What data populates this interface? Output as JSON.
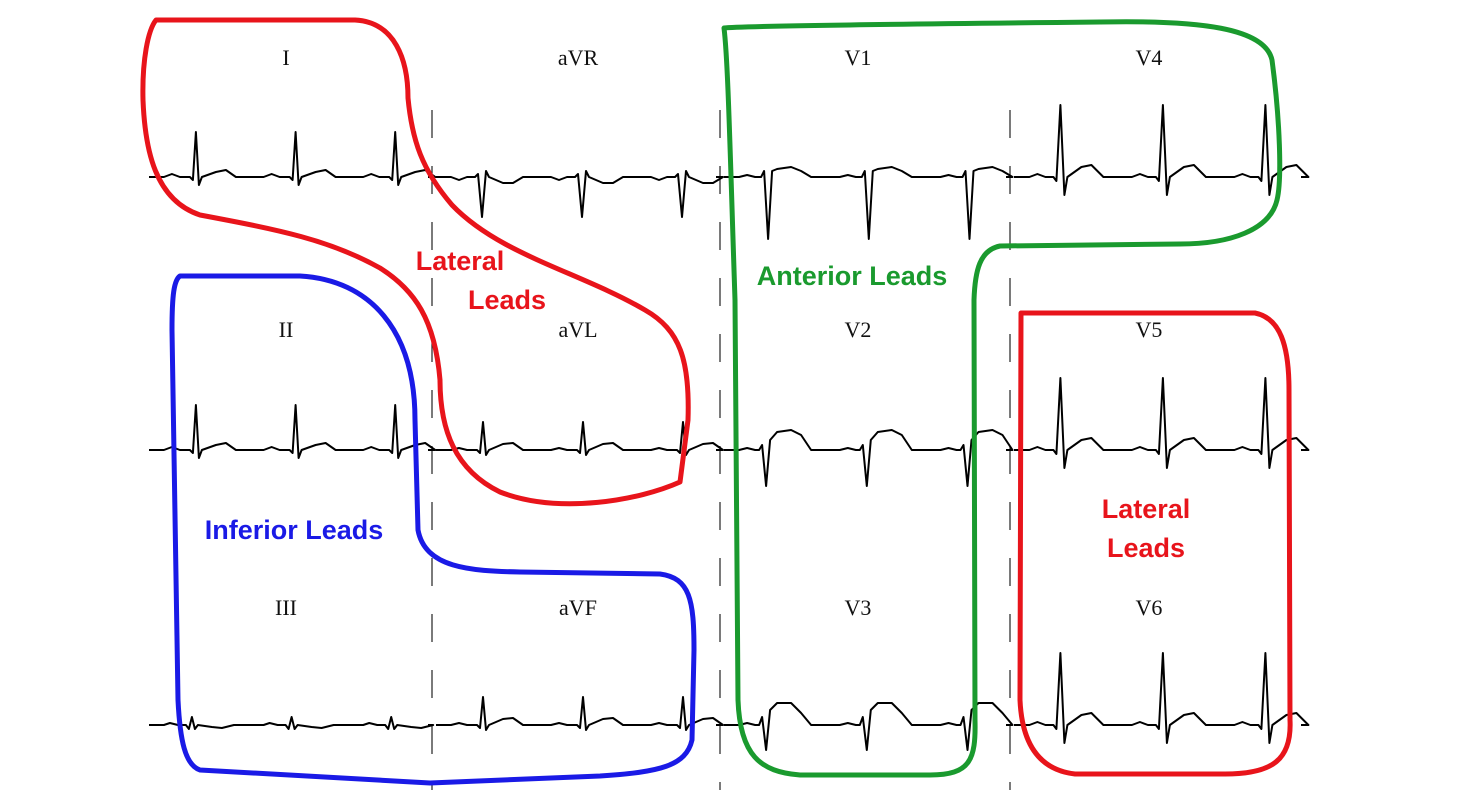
{
  "leads": [
    {
      "id": "I",
      "label": "I",
      "wave": "upright"
    },
    {
      "id": "aVR",
      "label": "aVR",
      "wave": "inverted"
    },
    {
      "id": "V1",
      "label": "V1",
      "wave": "v1"
    },
    {
      "id": "V4",
      "label": "V4",
      "wave": "tall"
    },
    {
      "id": "II",
      "label": "II",
      "wave": "upright"
    },
    {
      "id": "aVL",
      "label": "aVL",
      "wave": "small"
    },
    {
      "id": "V2",
      "label": "V2",
      "wave": "v2"
    },
    {
      "id": "V5",
      "label": "V5",
      "wave": "tall"
    },
    {
      "id": "III",
      "label": "III",
      "wave": "flat"
    },
    {
      "id": "aVF",
      "label": "aVF",
      "wave": "small"
    },
    {
      "id": "V3",
      "label": "V3",
      "wave": "v3"
    },
    {
      "id": "V6",
      "label": "V6",
      "wave": "tall"
    }
  ],
  "groups": {
    "lateral_limb": {
      "line1": "Lateral",
      "line2": "Leads",
      "color": "#e8141b"
    },
    "anterior": {
      "label": "Anterior Leads",
      "color": "#1a9a2e"
    },
    "inferior": {
      "label": "Inferior Leads",
      "color": "#1a1ae6"
    },
    "lateral_chest": {
      "line1": "Lateral",
      "line2": "Leads",
      "color": "#e8141b"
    }
  },
  "colors": {
    "trace": "#000000",
    "background": "#ffffff"
  }
}
